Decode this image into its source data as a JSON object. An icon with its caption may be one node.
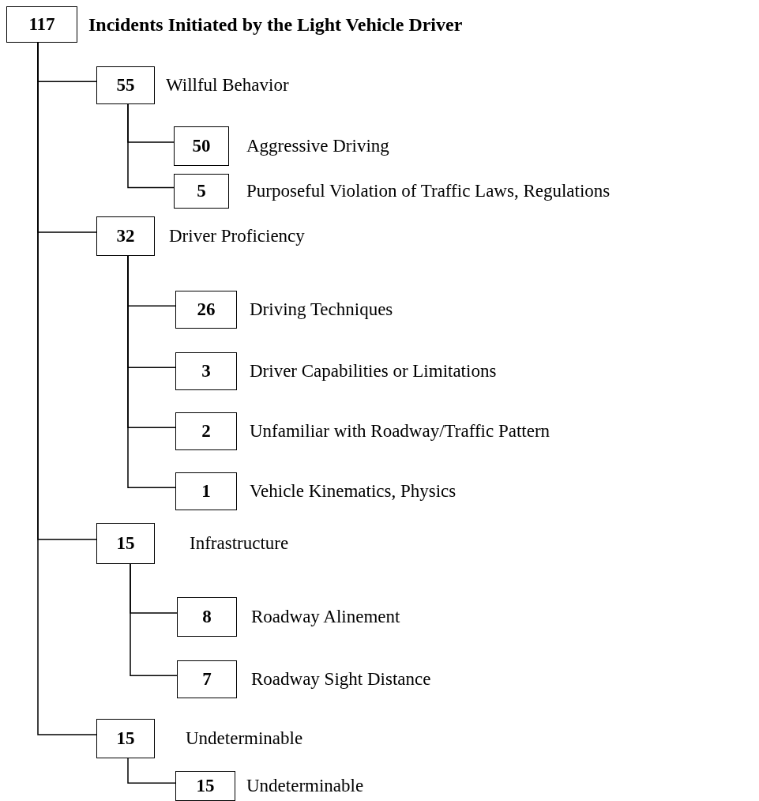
{
  "diagram": {
    "nodes": [
      {
        "text": [
          "117"
        ],
        "beside": [
          "Incidents Initiated by the Light Vehicle Driver"
        ]
      },
      {
        "text": [
          "55"
        ],
        "beside": [
          "Willful Behavior"
        ]
      },
      {
        "text": [
          "50"
        ],
        "beside": [
          "Aggressive Driving"
        ]
      },
      {
        "text": [
          "5"
        ],
        "beside": [
          "Purposeful Violation of Traffic Laws, Regulations"
        ]
      },
      {
        "text": [
          "32"
        ],
        "beside": [
          "Driver Proficiency"
        ]
      },
      {
        "text": [
          "26"
        ],
        "beside": [
          "Driving Techniques"
        ]
      },
      {
        "text": [
          "3"
        ],
        "beside": [
          "Driver Capabilities or Limitations"
        ]
      },
      {
        "text": [
          "2"
        ],
        "beside": [
          "Unfamiliar with Roadway/Traffic Pattern"
        ]
      },
      {
        "text": [
          "1"
        ],
        "beside": [
          "Vehicle Kinematics, Physics"
        ]
      },
      {
        "text": [
          "15"
        ],
        "beside": [
          "Infrastructure"
        ]
      },
      {
        "text": [
          "8"
        ],
        "beside": [
          "Roadway Alinement"
        ]
      },
      {
        "text": [
          "7"
        ],
        "beside": [
          "Roadway Sight Distance"
        ]
      },
      {
        "text": [
          "15"
        ],
        "beside": [
          "Undeterminable"
        ]
      },
      {
        "text": [
          "15"
        ],
        "beside": [
          "Undeterminable"
        ]
      }
    ],
    "edges": [
      {
        "from": 0,
        "to": 1,
        "arrow": "none"
      },
      {
        "from": 1,
        "to": 2,
        "arrow": "none"
      },
      {
        "from": 1,
        "to": 3,
        "arrow": "none"
      },
      {
        "from": 0,
        "to": 4,
        "arrow": "none"
      },
      {
        "from": 4,
        "to": 5,
        "arrow": "none"
      },
      {
        "from": 4,
        "to": 6,
        "arrow": "none"
      },
      {
        "from": 4,
        "to": 7,
        "arrow": "none"
      },
      {
        "from": 4,
        "to": 8,
        "arrow": "none"
      },
      {
        "from": 0,
        "to": 9,
        "arrow": "none"
      },
      {
        "from": 9,
        "to": 10,
        "arrow": "none"
      },
      {
        "from": 9,
        "to": 11,
        "arrow": "none"
      },
      {
        "from": 0,
        "to": 12,
        "arrow": "none"
      },
      {
        "from": 12,
        "to": 13,
        "arrow": "none"
      }
    ]
  }
}
